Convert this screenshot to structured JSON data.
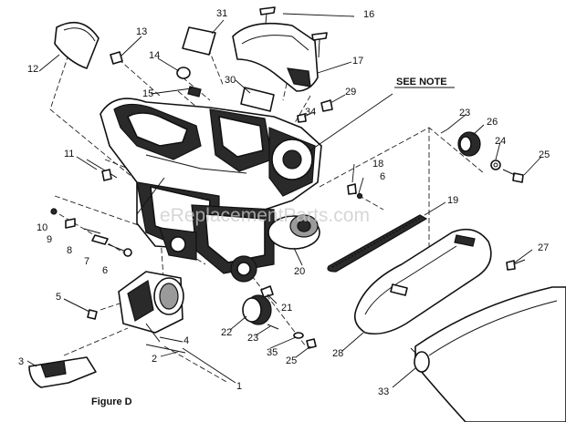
{
  "figure": {
    "caption": "Figure D",
    "note_label": "SEE NOTE",
    "watermark": "eReplacementParts.com"
  },
  "callouts": [
    "1",
    "2",
    "3",
    "4",
    "5",
    "6",
    "7",
    "8",
    "9",
    "10",
    "11",
    "12",
    "13",
    "14",
    "15",
    "16",
    "17",
    "18",
    "19",
    "20",
    "21",
    "22",
    "23",
    "24",
    "25",
    "26",
    "27",
    "28",
    "29",
    "30",
    "31",
    "33",
    "34",
    "35",
    "6",
    "23",
    "25"
  ]
}
